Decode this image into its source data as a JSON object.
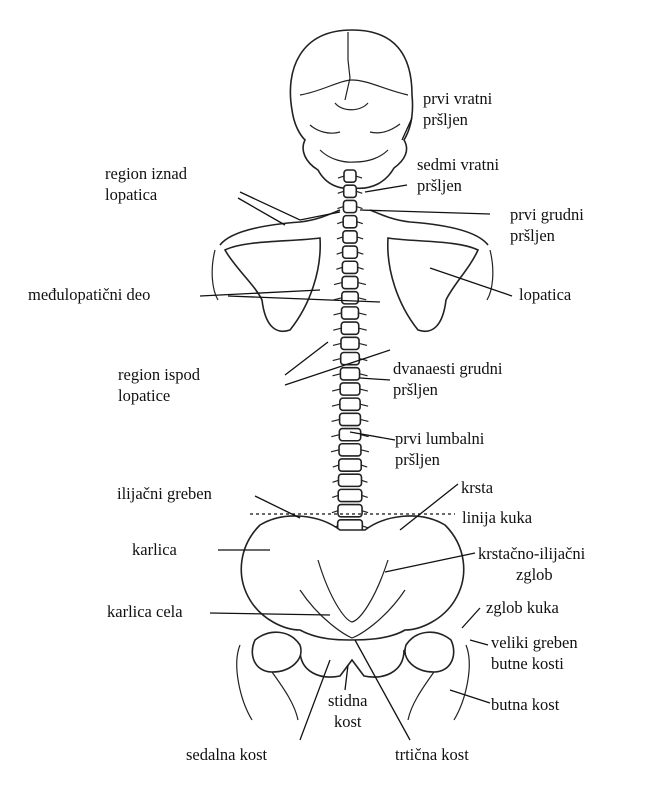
{
  "labels": {
    "prvi_vratni": [
      "prvi vratni",
      "pršljen"
    ],
    "sedmi_vratni": [
      "sedmi vratni",
      "pršljen"
    ],
    "prvi_grudni": [
      "prvi grudni",
      "pršljen"
    ],
    "region_iznad": [
      "region iznad",
      "lopatica"
    ],
    "medulopaticni": [
      "međulopatični deo"
    ],
    "lopatica": [
      "lopatica"
    ],
    "region_ispod": [
      "region ispod",
      "lopatice"
    ],
    "dvanaesti_grudni": [
      "dvanaesti grudni",
      "pršljen"
    ],
    "prvi_lumbalni": [
      "prvi lumbalni",
      "pršljen"
    ],
    "ilijacni_greben": [
      "ilijačni greben"
    ],
    "krsta": [
      "krsta"
    ],
    "linija_kuka": [
      "linija kuka"
    ],
    "karlica": [
      "karlica"
    ],
    "krstacno_ilijacni": [
      "krstačno-ilijačni",
      "zglob"
    ],
    "zglob_kuka": [
      "zglob kuka"
    ],
    "karlica_cela": [
      "karlica cela"
    ],
    "veliki_greben": [
      "veliki greben",
      "butne kosti"
    ],
    "butna_kost": [
      "butna kost"
    ],
    "stidna_kost": [
      "stidna",
      "kost"
    ],
    "sedalna_kost": [
      "sedalna kost"
    ],
    "trticna_kost": [
      "trtična kost"
    ]
  }
}
